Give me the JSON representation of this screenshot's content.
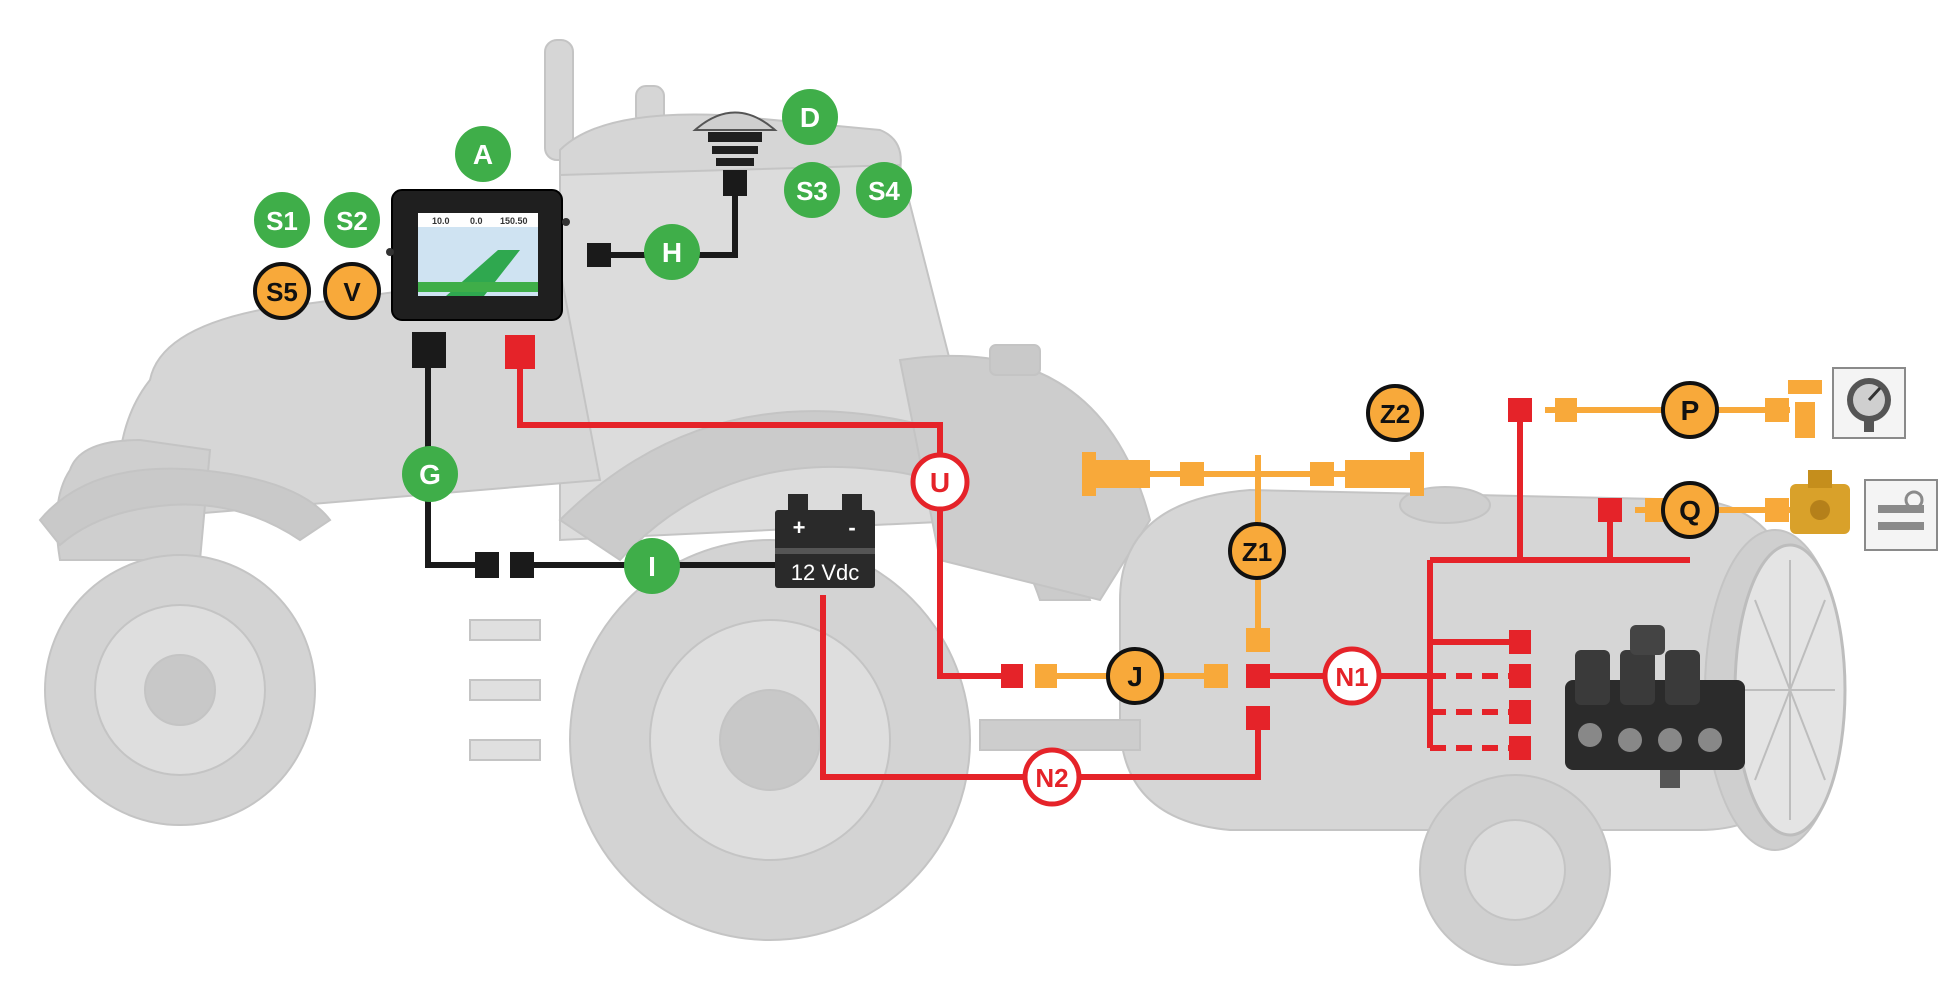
{
  "colors": {
    "green": "#3fae49",
    "orange": "#f8a93a",
    "red": "#e52329",
    "black": "#1a1a1a",
    "machine": "#d6d6d6",
    "machine_dark": "#bdbdbd",
    "badge_text_light": "#ffffff",
    "badge_text_dark": "#111111"
  },
  "badges": {
    "A": "A",
    "D": "D",
    "S1": "S1",
    "S2": "S2",
    "S3": "S3",
    "S4": "S4",
    "S5": "S5",
    "V": "V",
    "H": "H",
    "G": "G",
    "I": "I",
    "U": "U",
    "J": "J",
    "Z1": "Z1",
    "Z2": "Z2",
    "N1": "N1",
    "N2": "N2",
    "P": "P",
    "Q": "Q"
  },
  "battery": {
    "plus": "+",
    "minus": "-",
    "voltage": "12 Vdc"
  },
  "display": {
    "readout_left": "10.0",
    "readout_mid": "0.0",
    "readout_right": "150.50"
  },
  "icons": {
    "gnss_antenna": "gnss-antenna-icon",
    "battery": "battery-icon",
    "pressure_gauge": "pressure-gauge-icon",
    "flow_valve": "flow-valve-icon",
    "control_unit": "section-control-unit-icon",
    "display": "control-display-icon"
  }
}
